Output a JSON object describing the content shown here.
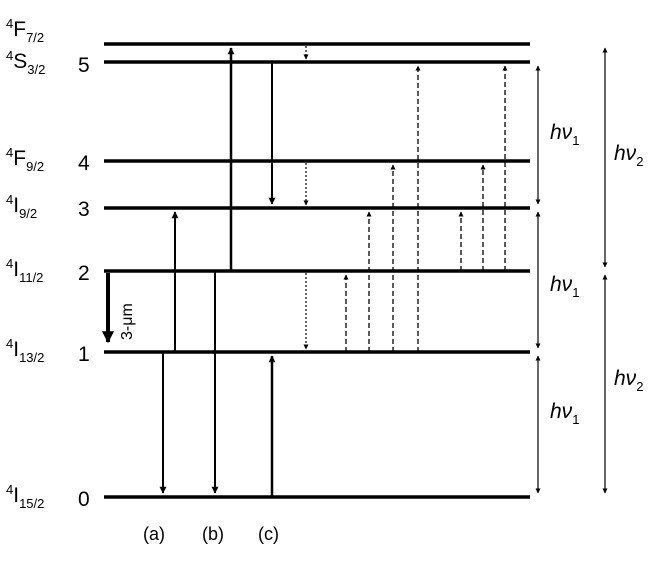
{
  "levels": [
    {
      "id": "4F72",
      "num": "",
      "term": {
        "sup": "4",
        "main": "F",
        "sub": "7/2"
      }
    },
    {
      "id": "4S32",
      "num": "5",
      "term": {
        "sup": "4",
        "main": "S",
        "sub": "3/2"
      }
    },
    {
      "id": "4F92",
      "num": "4",
      "term": {
        "sup": "4",
        "main": "F",
        "sub": "9/2"
      }
    },
    {
      "id": "4I92",
      "num": "3",
      "term": {
        "sup": "4",
        "main": "I",
        "sub": "9/2"
      }
    },
    {
      "id": "4I112",
      "num": "2",
      "term": {
        "sup": "4",
        "main": "I",
        "sub": "11/2"
      }
    },
    {
      "id": "4I132",
      "num": "1",
      "term": {
        "sup": "4",
        "main": "I",
        "sub": "13/2"
      }
    },
    {
      "id": "4I152",
      "num": "0",
      "term": {
        "sup": "4",
        "main": "I",
        "sub": "15/2"
      }
    }
  ],
  "photon_labels": {
    "hv1": {
      "main": "hν",
      "sub": "1"
    },
    "hv2": {
      "main": "hν",
      "sub": "2"
    }
  },
  "column_labels": {
    "a": "(a)",
    "b": "(b)",
    "c": "(c)"
  },
  "transition_label": "3-μm",
  "colors": {
    "line": "#000000",
    "background": "#ffffff"
  }
}
